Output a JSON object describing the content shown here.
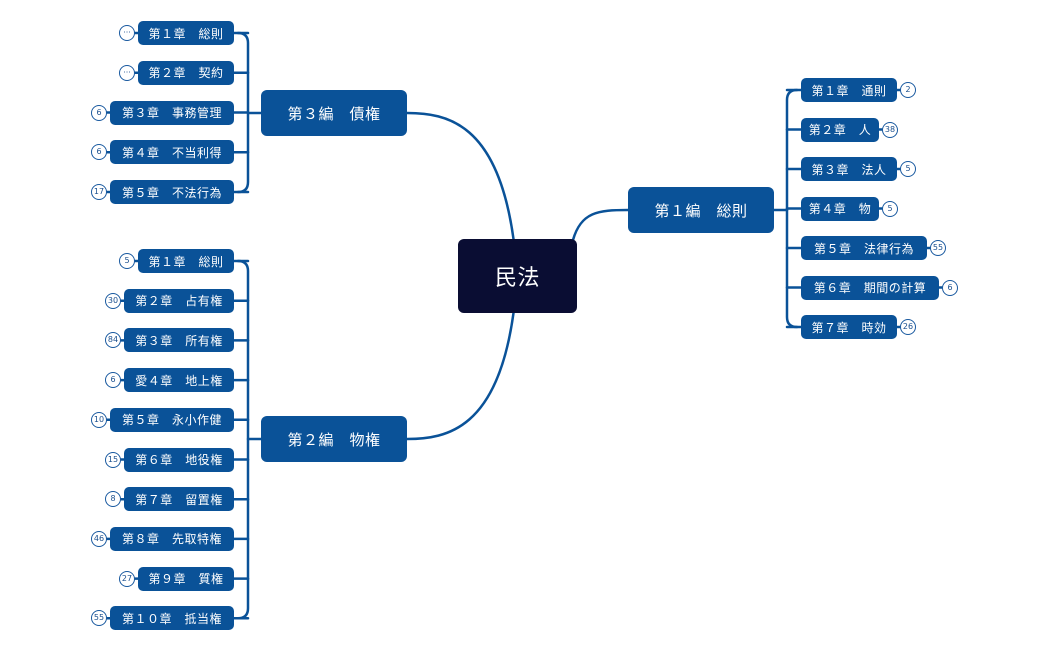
{
  "root": {
    "label": "民法"
  },
  "colors": {
    "root": "#0a0d33",
    "node": "#0a5298",
    "line": "#0a5298"
  },
  "branches": [
    {
      "label": "第１編　総則",
      "chapters": [
        {
          "label": "第１章　通則",
          "badge": "2"
        },
        {
          "label": "第２章　人",
          "badge": "38"
        },
        {
          "label": "第３章　法人",
          "badge": "5"
        },
        {
          "label": "第４章　物",
          "badge": "5"
        },
        {
          "label": "第５章　法律行為",
          "badge": "55"
        },
        {
          "label": "第６章　期間の計算",
          "badge": "6"
        },
        {
          "label": "第７章　時効",
          "badge": "26"
        }
      ]
    },
    {
      "label": "第２編　物権",
      "chapters": [
        {
          "label": "第１章　総則",
          "badge": "5"
        },
        {
          "label": "第２章　占有権",
          "badge": "30"
        },
        {
          "label": "第３章　所有権",
          "badge": "84"
        },
        {
          "label": "愛４章　地上権",
          "badge": "6"
        },
        {
          "label": "第５章　永小作健",
          "badge": "10"
        },
        {
          "label": "第６章　地役権",
          "badge": "15"
        },
        {
          "label": "第７章　留置権",
          "badge": "8"
        },
        {
          "label": "第８章　先取特権",
          "badge": "46"
        },
        {
          "label": "第９章　質権",
          "badge": "27"
        },
        {
          "label": "第１０章　抵当権",
          "badge": "55"
        }
      ]
    },
    {
      "label": "第３編　債権",
      "chapters": [
        {
          "label": "第１章　総則",
          "badge": "···"
        },
        {
          "label": "第２章　契約",
          "badge": "···"
        },
        {
          "label": "第３章　事務管理",
          "badge": "6"
        },
        {
          "label": "第４章　不当利得",
          "badge": "6"
        },
        {
          "label": "第５章　不法行為",
          "badge": "17"
        }
      ]
    }
  ]
}
